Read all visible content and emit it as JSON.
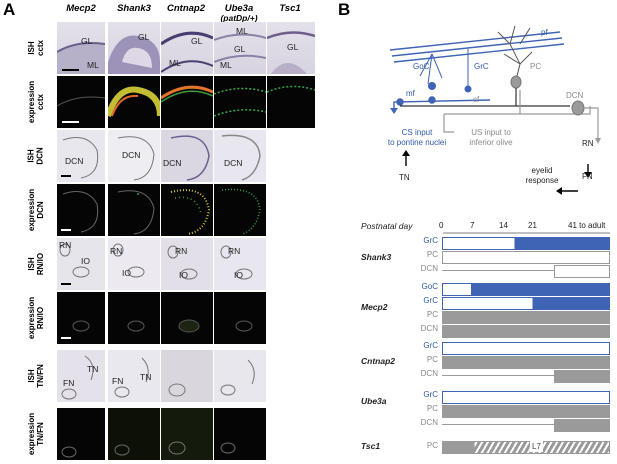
{
  "panel_a": {
    "letter": "A",
    "columns": [
      "Mecp2",
      "Shank3",
      "Cntnap2",
      "Ube3a",
      "(patDp/+)",
      "Tsc1"
    ],
    "rows": [
      {
        "label_top": "ISH",
        "label_bottom": "cctx"
      },
      {
        "label_top": "expression",
        "label_bottom": "cctx"
      },
      {
        "label_top": "ISH",
        "label_bottom": "DCN"
      },
      {
        "label_top": "expression",
        "label_bottom": "DCN"
      },
      {
        "label_top": "ISH",
        "label_bottom": "RN/IO"
      },
      {
        "label_top": "expression",
        "label_bottom": "RN/IO"
      },
      {
        "label_top": "ISH",
        "label_bottom": "TN/FN"
      },
      {
        "label_top": "expression",
        "label_bottom": "TN/FN"
      }
    ],
    "region_labels": {
      "gl": "GL",
      "ml": "ML",
      "dcn": "DCN",
      "rn": "RN",
      "io": "IO",
      "fn": "FN",
      "tn": "TN"
    }
  },
  "panel_b": {
    "letter": "B",
    "circuit": {
      "pf": "pf",
      "goc": "GoC",
      "grc": "GrC",
      "pc": "PC",
      "mf": "mf",
      "cf": "cf",
      "dcn": "DCN",
      "cs_input": "CS input",
      "cs_input2": "to pontine nuclei",
      "us_input": "US input to",
      "us_input2": "inferior olive",
      "rn": "RN",
      "tn": "TN",
      "fn": "FN",
      "eyelid1": "eyelid",
      "eyelid2": "response"
    },
    "timeline": {
      "title": "Postnatal day",
      "ticks": [
        "0",
        "7",
        "14",
        "21",
        "41 to adult"
      ]
    },
    "genes": [
      {
        "name": "Shank3",
        "rows": [
          {
            "cell": "GrC",
            "cell_color": "blue"
          },
          {
            "cell": "PC",
            "cell_color": "grey"
          },
          {
            "cell": "DCN",
            "cell_color": "grey"
          }
        ]
      },
      {
        "name": "Mecp2",
        "rows": [
          {
            "cell": "GoC",
            "cell_color": "blue"
          },
          {
            "cell": "GrC",
            "cell_color": "blue"
          },
          {
            "cell": "PC",
            "cell_color": "grey"
          },
          {
            "cell": "DCN",
            "cell_color": "grey"
          }
        ]
      },
      {
        "name": "Cntnap2",
        "rows": [
          {
            "cell": "GrC",
            "cell_color": "blue"
          },
          {
            "cell": "PC",
            "cell_color": "grey"
          },
          {
            "cell": "DCN",
            "cell_color": "grey"
          }
        ]
      },
      {
        "name": "Ube3a",
        "rows": [
          {
            "cell": "GrC",
            "cell_color": "blue"
          },
          {
            "cell": "PC",
            "cell_color": "grey"
          },
          {
            "cell": "DCN",
            "cell_color": "grey"
          }
        ]
      },
      {
        "name": "Tsc1",
        "rows": [
          {
            "cell": "PC",
            "cell_color": "grey",
            "bar_text": "L7"
          }
        ]
      }
    ],
    "colors": {
      "blue": "#3f63b5",
      "grey": "#9a9a9a",
      "outline_blue": "#3f63b5"
    }
  }
}
